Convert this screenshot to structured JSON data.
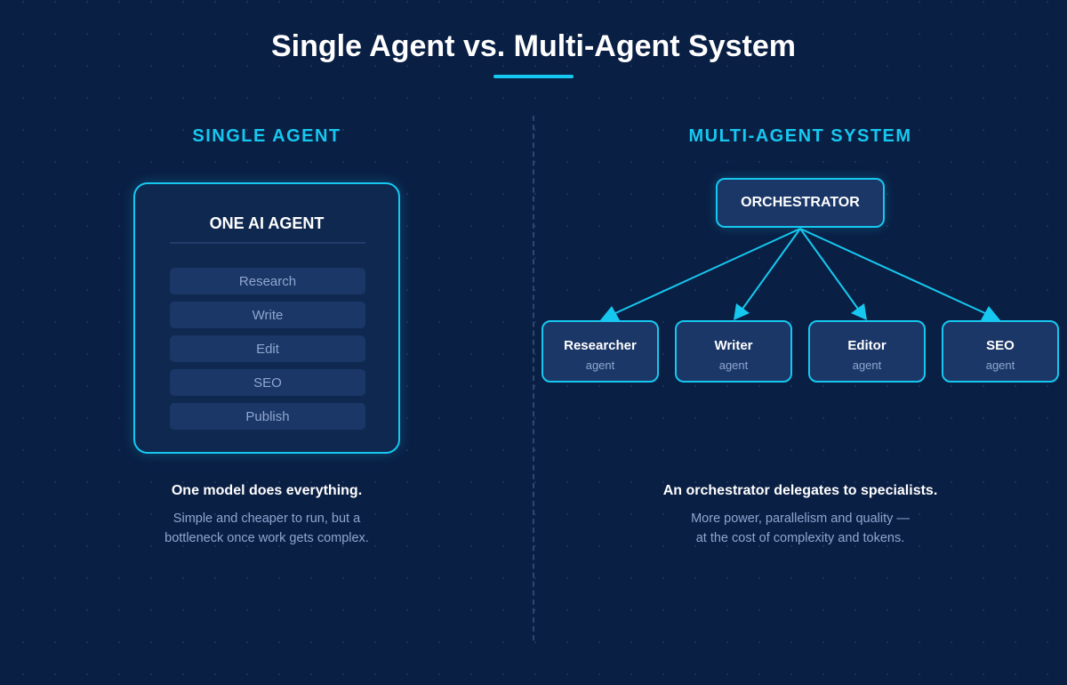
{
  "title": "Single Agent vs. Multi-Agent System",
  "colors": {
    "accent": "#16c8f0",
    "background": "#0a1f44",
    "box_fill": "#1b3767",
    "muted_text": "#8ea6cf"
  },
  "single": {
    "heading": "SINGLE AGENT",
    "box_title": "ONE AI AGENT",
    "tasks": [
      "Research",
      "Write",
      "Edit",
      "SEO",
      "Publish"
    ],
    "caption_bold": "One model does everything.",
    "caption_line1": "Simple and cheaper to run, but a",
    "caption_line2": "bottleneck once work gets complex."
  },
  "multi": {
    "heading": "MULTI-AGENT SYSTEM",
    "orchestrator": "ORCHESTRATOR",
    "agents": [
      {
        "name": "Researcher",
        "type": "agent"
      },
      {
        "name": "Writer",
        "type": "agent"
      },
      {
        "name": "Editor",
        "type": "agent"
      },
      {
        "name": "SEO",
        "type": "agent"
      }
    ],
    "caption_bold": "An orchestrator delegates to specialists.",
    "caption_line1": "More power, parallelism and quality —",
    "caption_line2": "at the cost of complexity and tokens."
  }
}
